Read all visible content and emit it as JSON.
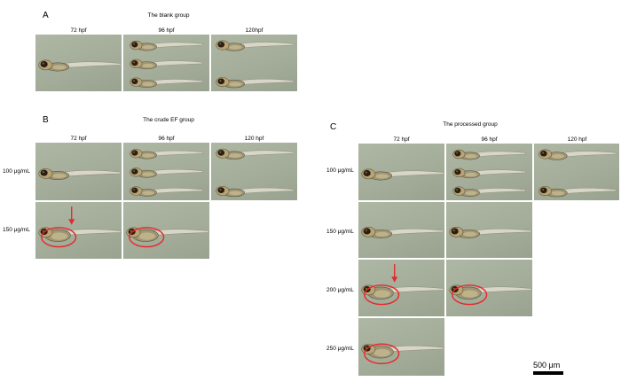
{
  "panel_a": {
    "letter": "A",
    "title": "The blank group",
    "columns": [
      "72 hpf",
      "96 hpf",
      "120hpf"
    ],
    "tiles": [
      {
        "larvae": 1
      },
      {
        "larvae": 3
      },
      {
        "larvae": 2
      }
    ]
  },
  "panel_b": {
    "letter": "B",
    "title": "The crude EF group",
    "columns": [
      "72 hpf",
      "96 hpf",
      "120 hpf"
    ],
    "rows": [
      {
        "label": "100 μg/mL",
        "tiles": [
          {
            "larvae": 1
          },
          {
            "larvae": 3
          },
          {
            "larvae": 2
          }
        ]
      },
      {
        "label": "150 μg/mL",
        "tiles": [
          {
            "larvae": 1,
            "circle": true,
            "arrow": true
          },
          {
            "larvae": 1,
            "circle": true
          }
        ]
      }
    ]
  },
  "panel_c": {
    "letter": "C",
    "title": "The processed group",
    "columns": [
      "72 hpf",
      "96 hpf",
      "120 hpf"
    ],
    "rows": [
      {
        "label": "100 μg/mL",
        "tiles": [
          {
            "larvae": 1
          },
          {
            "larvae": 3
          },
          {
            "larvae": 2
          }
        ]
      },
      {
        "label": "150 μg/mL",
        "tiles": [
          {
            "larvae": 1
          },
          {
            "larvae": 1
          }
        ]
      },
      {
        "label": "200 μg/mL",
        "tiles": [
          {
            "larvae": 1,
            "circle": true,
            "arrow": true
          },
          {
            "larvae": 1,
            "circle": true
          }
        ]
      },
      {
        "label": "250 μg/mL",
        "tiles": [
          {
            "larvae": 1,
            "circle": true
          }
        ]
      }
    ]
  },
  "scale_bar": {
    "label": "500 μm"
  },
  "colors": {
    "annotation": "#e8262b",
    "background": "#a6af9c"
  }
}
